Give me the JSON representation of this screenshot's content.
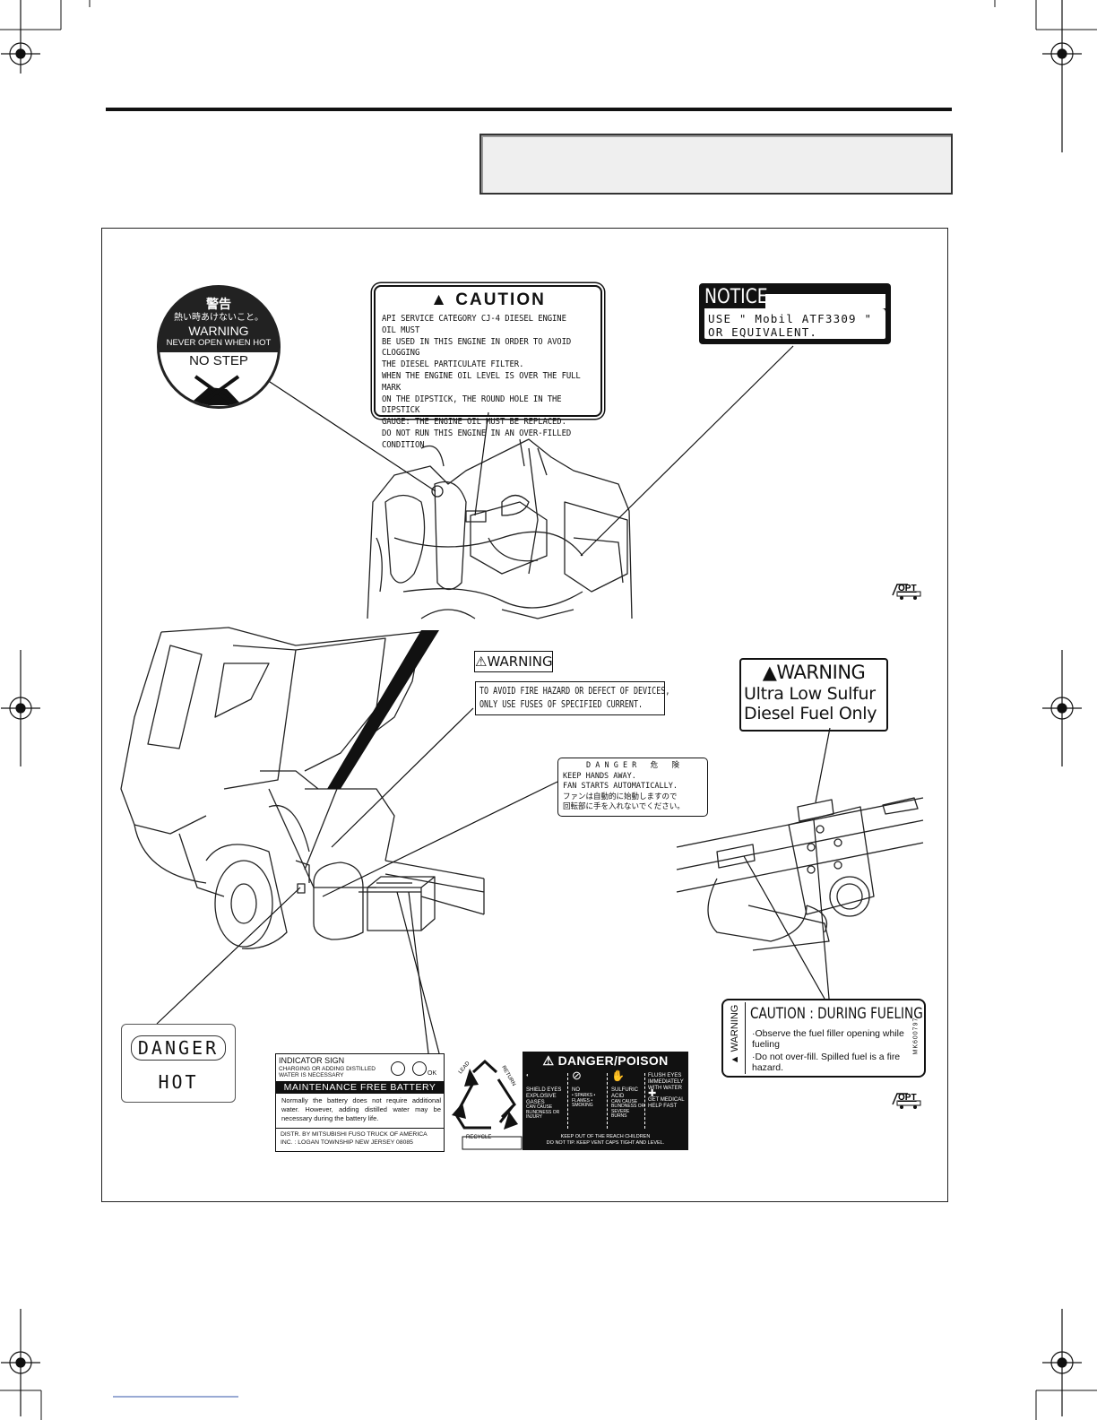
{
  "round_sticker": {
    "jp_title": "警告",
    "jp_line": "熱い時あけないこと。",
    "warning": "WARNING",
    "never_open": "NEVER OPEN WHEN HOT",
    "no_step": "NO STEP"
  },
  "caution_label": {
    "title": "CAUTION",
    "lines": [
      "API SERVICE CATEGORY CJ-4 DIESEL ENGINE OIL MUST",
      "BE USED IN THIS ENGINE IN ORDER TO AVOID CLOGGING",
      "THE DIESEL PARTICULATE FILTER.",
      "WHEN THE ENGINE OIL LEVEL IS OVER THE FULL MARK",
      "ON THE DIPSTICK, THE ROUND HOLE IN THE DIPSTICK",
      "GAUGE: THE ENGINE OIL MUST BE REPLACED.",
      "DO NOT RUN THIS ENGINE IN AN OVER-FILLED CONDITION"
    ]
  },
  "notice_label": {
    "title": "NOTICE",
    "line1": "USE \" Mobil ATF3309 \"",
    "line2": "OR EQUIVALENT."
  },
  "fuse_warning": {
    "title": "WARNING",
    "line1": "TO AVOID FIRE HAZARD OR DEFECT OF DEVICES,",
    "line2": "ONLY USE FUSES OF SPECIFIED CURRENT."
  },
  "ulsd_warning": {
    "title": "WARNING",
    "line1": "Ultra Low Sulfur",
    "line2": "Diesel Fuel Only"
  },
  "fan_danger": {
    "title": "D A N G E R   危   険",
    "line1": "KEEP  HANDS  AWAY.",
    "line2": "FAN  STARTS   AUTOMATICALLY.",
    "line3": "ファンは自動的に始動しますので",
    "line4": "回転部に手を入れないでください。"
  },
  "hot_label": {
    "danger": "DANGER",
    "hot": "HOT"
  },
  "fueling_label": {
    "side": "WARNING",
    "title": "CAUTION : DURING  FUELING",
    "bullet1": "·Observe the fuel filler opening while fueling",
    "bullet2": "·Do not over-fill.  Spilled  fuel  is a fire hazard.",
    "code": "MK600797"
  },
  "battery_label": {
    "indicator": "INDICATOR  SIGN",
    "charging": "CHARGING  OR  ADDING  DISTILLED",
    "water": "WATER  IS  NECESSARY",
    "ok": "OK",
    "title": "MAINTENANCE  FREE  BATTERY",
    "body": "Normally  the  battery  does  not  require  additional water.  However,  adding  distilled  water  may  be necessary  during  the  battery  life.",
    "distr1": "DISTR. BY MITSUBISHI FUSO TRUCK OF AMERICA",
    "distr2": "INC. :  LOGAN TOWNSHIP NEW JERSEY 08085"
  },
  "recycle": {
    "lead": "LEAD",
    "return": "RETURN",
    "recycle": "RECYCLE"
  },
  "poison_label": {
    "title": "DANGER/POISON",
    "shield": "SHIELD EYES",
    "explosive": "EXPLOSIVE GASES",
    "blindness": "CAN CAUSE BLINDNESS OR INJURY",
    "no": "NO",
    "sparks": "• SPARKS • FLAMES • SMOKING",
    "sulfuric": "SULFURIC ACID",
    "burns": "CAN CAUSE BLINDNESS OR SEVERE BURNS",
    "flush": "FLUSH EYES IMMEDIATELY WITH WATER",
    "help": "GET MEDICAL HELP FAST",
    "bottom1": "KEEP OUT OF THE REACH CHILDREN",
    "bottom2": "DO NOT TIP. KEEP VENT CAPS TIGHT AND LEVEL."
  },
  "opt_badge": "OPT"
}
